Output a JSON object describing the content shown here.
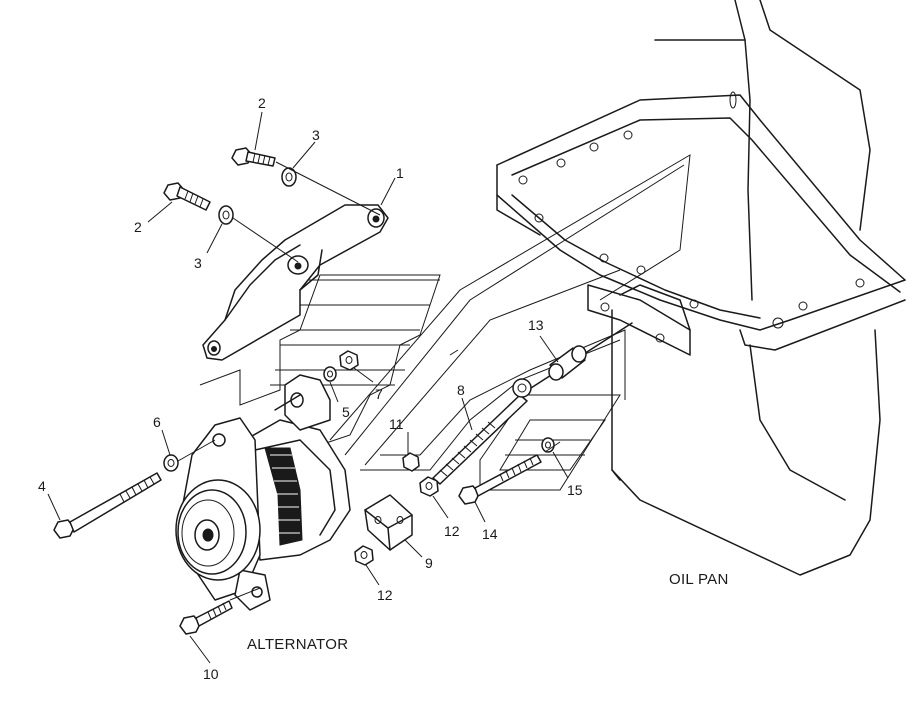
{
  "captions": {
    "alternator": "ALTERNATOR",
    "oil_pan": "OIL PAN"
  },
  "callouts": [
    "1",
    "2",
    "2",
    "3",
    "3",
    "4",
    "5",
    "6",
    "7",
    "8",
    "9",
    "10",
    "11",
    "12",
    "12",
    "13",
    "14",
    "15"
  ]
}
